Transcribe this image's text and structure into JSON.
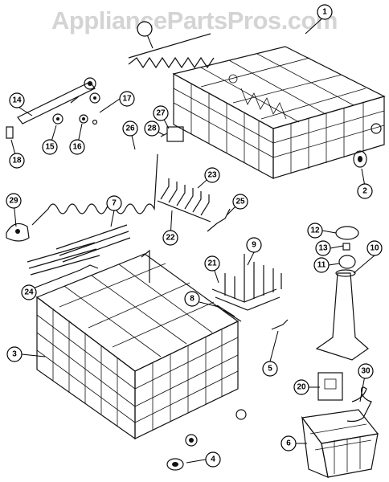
{
  "watermark": "AppliancePartsPros.com",
  "callouts": [
    "1",
    "2",
    "3",
    "4",
    "5",
    "6",
    "7",
    "8",
    "9",
    "10",
    "11",
    "12",
    "13",
    "14",
    "15",
    "16",
    "17",
    "18",
    "20",
    "21",
    "22",
    "23",
    "24",
    "25",
    "26",
    "27",
    "28",
    "29",
    "30"
  ]
}
